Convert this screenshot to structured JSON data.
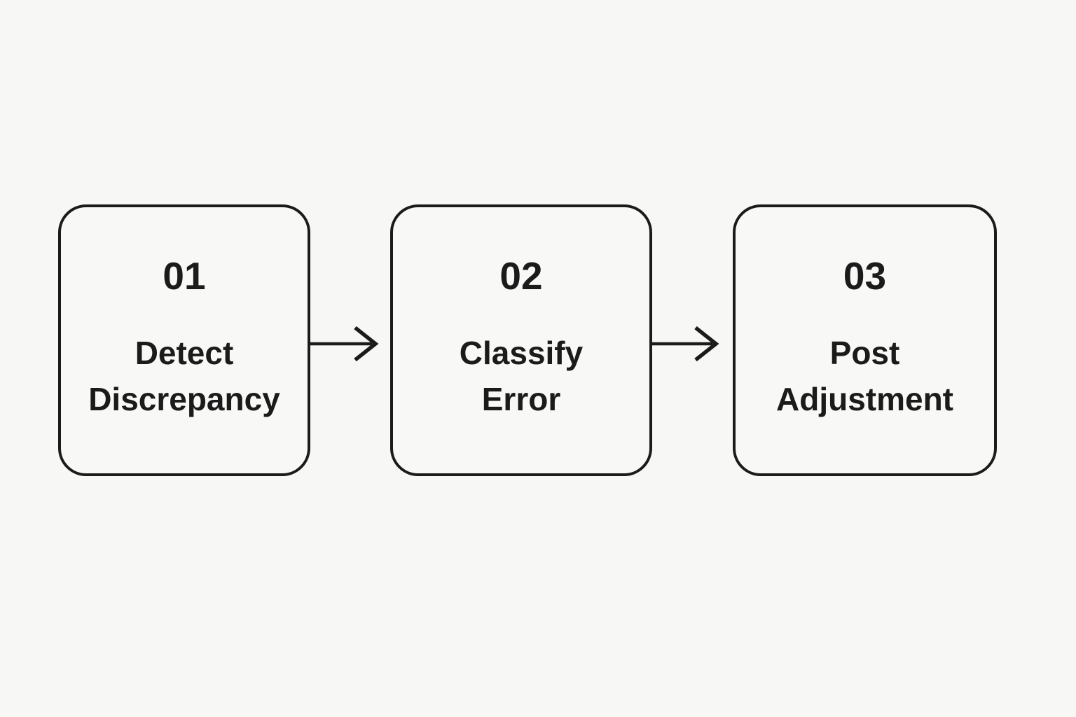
{
  "diagram": {
    "type": "horizontal-flowchart",
    "steps": [
      {
        "number": "01",
        "label_line1": "Detect",
        "label_line2": "Discrepancy"
      },
      {
        "number": "02",
        "label_line1": "Classify",
        "label_line2": "Error"
      },
      {
        "number": "03",
        "label_line1": "Post",
        "label_line2": "Adjustment"
      }
    ],
    "connectors": [
      {
        "from": "01",
        "to": "02",
        "style": "right-arrow"
      },
      {
        "from": "02",
        "to": "03",
        "style": "right-arrow"
      }
    ],
    "colors": {
      "background": "#f7f7f5",
      "card_fill": "#f8f8f6",
      "stroke": "#1b1b1b",
      "text": "#1b1b1b"
    }
  }
}
